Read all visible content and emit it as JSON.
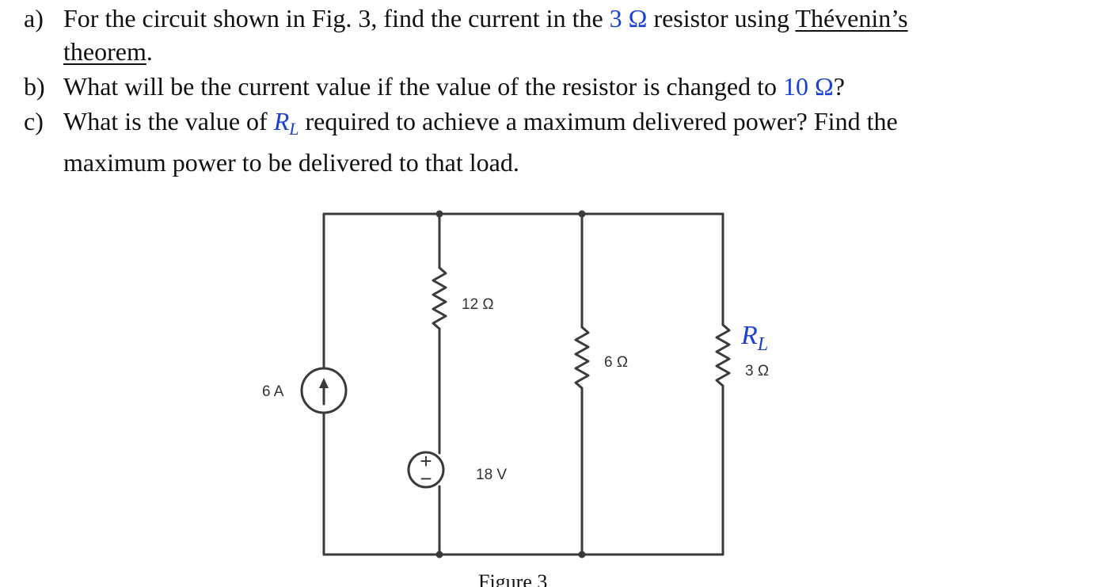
{
  "questions": {
    "a": {
      "label": "a)",
      "text_before": "For the circuit shown in Fig. 3, find the current in the ",
      "resistor_value": "3 Ω",
      "text_middle": " resistor using ",
      "theorem_word": "Thévenin’s",
      "line2": "theorem",
      "period": "."
    },
    "b": {
      "label": "b)",
      "text_before": "What will be the current value if the value of the resistor is changed to ",
      "new_value": "10 Ω",
      "text_after": "?"
    },
    "c": {
      "label": "c)",
      "text_before": "What is the value of ",
      "rl_main": "R",
      "rl_sub": "L",
      "text_after": " required to achieve a maximum delivered power? Find the",
      "line2": "maximum power to be delivered to that load."
    }
  },
  "circuit": {
    "current_source": "6 A",
    "r12": "12 Ω",
    "voltage_source": "18 V",
    "plus_sign": "+",
    "minus_sign": "−",
    "r6": "6 Ω",
    "rl_main": "R",
    "rl_sub": "L",
    "rl_value": "3 Ω",
    "figure_caption": "Figure 3"
  },
  "colors": {
    "highlight": "#1a40d6",
    "wire": "#3a3a3a",
    "text": "#111111"
  }
}
